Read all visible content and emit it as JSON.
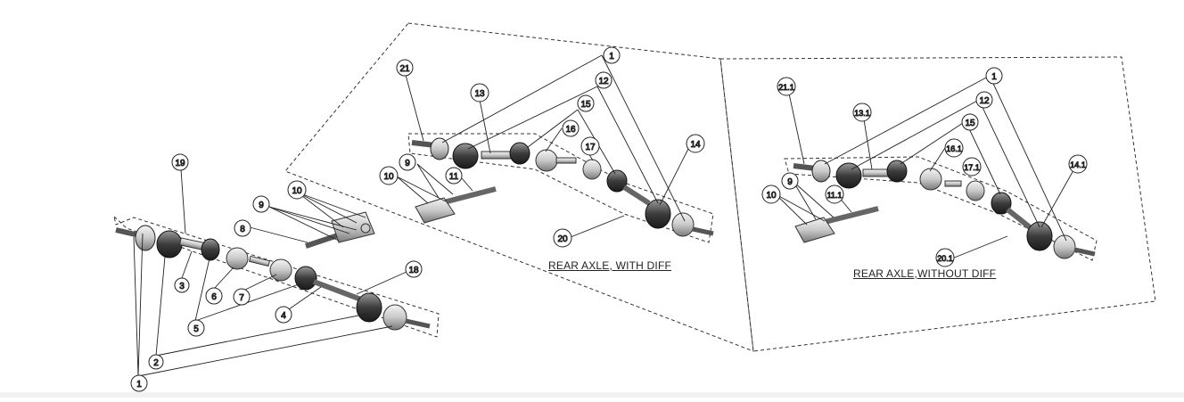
{
  "diagram": {
    "captions": {
      "rear_with_diff": "REAR AXLE, WITH DIFF",
      "rear_without_diff": "REAR AXLE,WITHOUT  DIFF"
    },
    "callouts": {
      "front_assembly": [
        "1",
        "2",
        "3",
        "4",
        "5",
        "6",
        "7",
        "8",
        "9",
        "10",
        "18",
        "19"
      ],
      "rear_with_diff": [
        "1",
        "9",
        "10",
        "11",
        "12",
        "13",
        "14",
        "15",
        "16",
        "17",
        "20",
        "21"
      ],
      "rear_without_diff": [
        "1",
        "9",
        "10",
        "11.1",
        "12",
        "13.1",
        "14.1",
        "15",
        "16.1",
        "17.1",
        "20.1",
        "21.1"
      ]
    }
  }
}
